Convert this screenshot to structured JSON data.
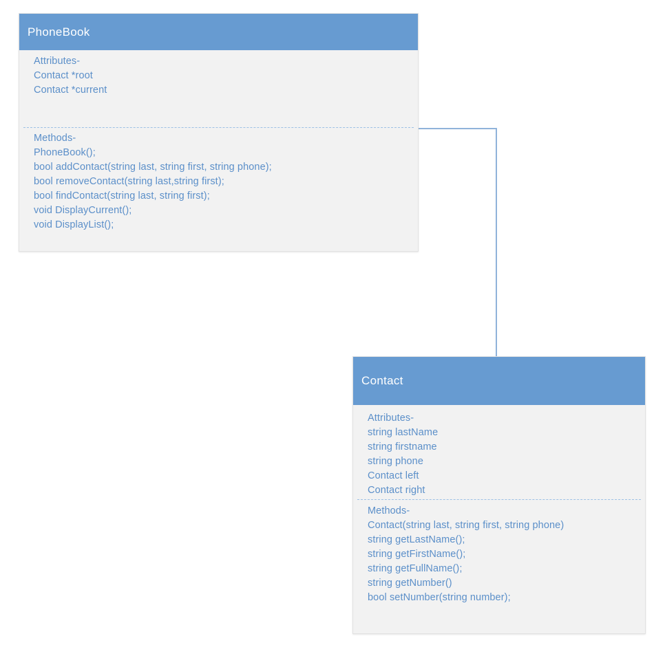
{
  "diagram": {
    "type": "uml-class-diagram",
    "background": "#ffffff",
    "colors": {
      "header_fill": "#679BD1",
      "header_text": "#FFFFFF",
      "body_fill": "#F2F2F2",
      "body_text": "#5B8FC9",
      "divider": "#9CC0E4",
      "connector": "#8FB3DA"
    },
    "classes": [
      {
        "id": "phonebook",
        "name": "PhoneBook",
        "attributes_label": "Attributes-",
        "attributes": [
          "Contact *root",
          "Contact *current"
        ],
        "methods_label": "Methods-",
        "methods": [
          "PhoneBook();",
          "bool addContact(string last, string first, string phone);",
          "bool removeContact(string last,string first);",
          "bool findContact(string last, string first);",
          "void DisplayCurrent();",
          "void DisplayList();"
        ]
      },
      {
        "id": "contact",
        "name": "Contact",
        "attributes_label": "Attributes-",
        "attributes": [
          "string lastName",
          "string firstname",
          "string phone",
          "Contact left",
          "Contact right"
        ],
        "methods_label": "Methods-",
        "methods": [
          "Contact(string last, string first, string phone)",
          "string getLastName();",
          "string getFirstName();",
          "string getFullName();",
          "string getNumber()",
          "bool setNumber(string number);"
        ]
      }
    ],
    "connector": {
      "from": "phonebook",
      "to": "contact",
      "style": "orthogonal-elbow"
    }
  }
}
